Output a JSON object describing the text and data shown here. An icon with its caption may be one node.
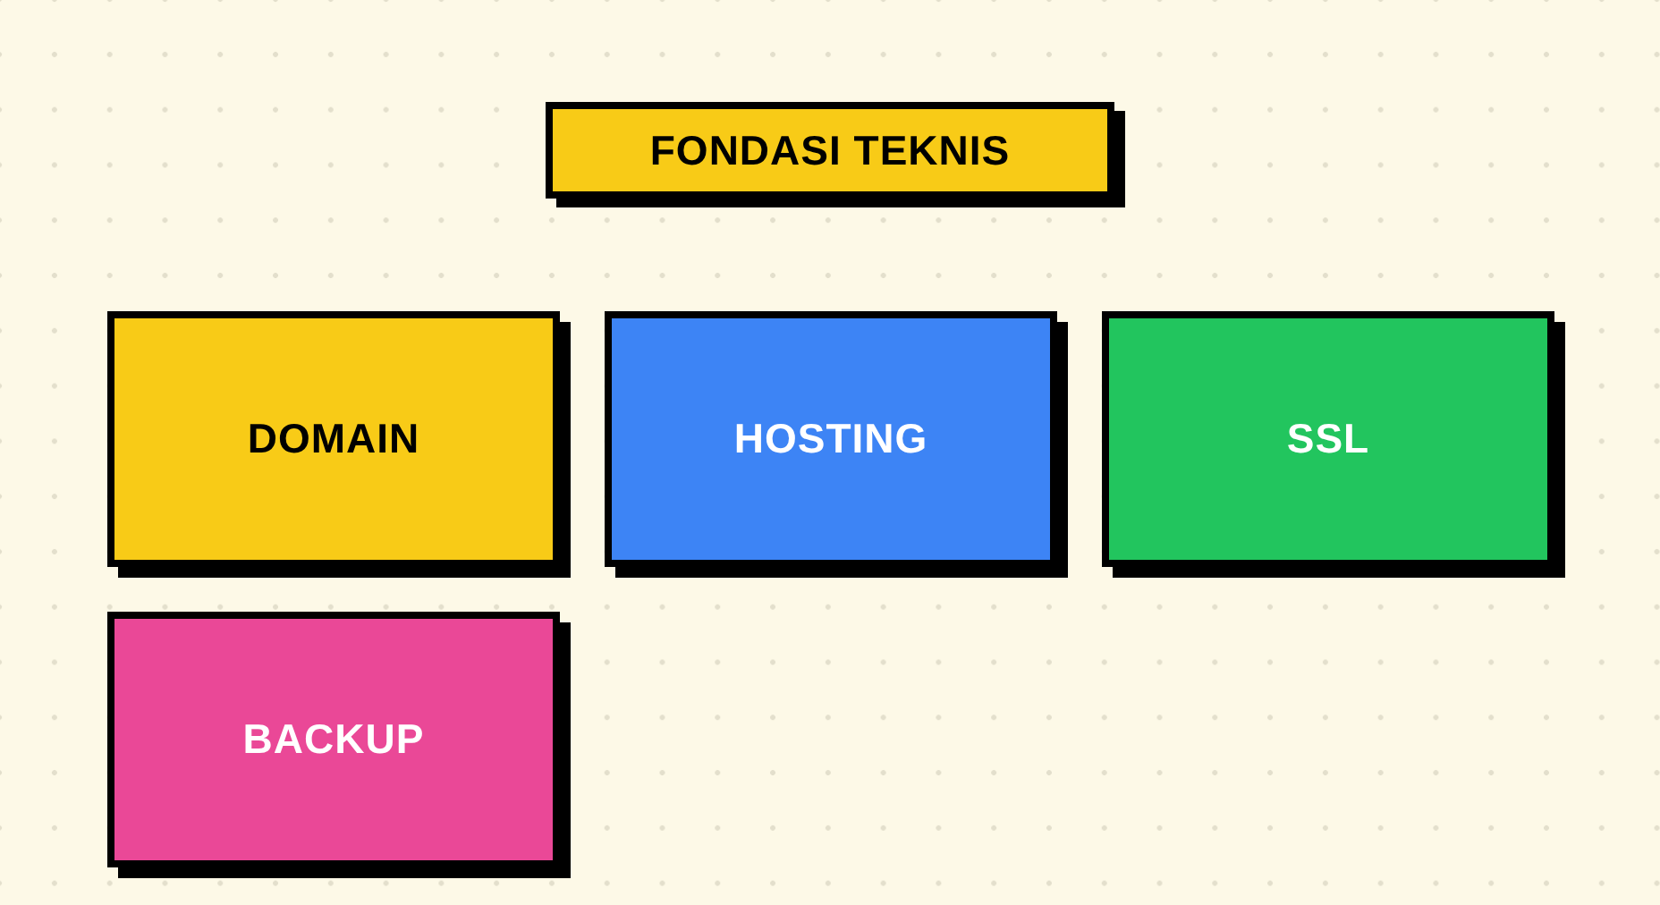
{
  "diagram": {
    "title": "FONDASI TEKNIS",
    "nodes": [
      {
        "text": [
          "DOMAIN"
        ]
      },
      {
        "text": [
          "HOSTING"
        ]
      },
      {
        "text": [
          "SSL"
        ]
      },
      {
        "text": [
          "BACKUP"
        ]
      }
    ]
  }
}
